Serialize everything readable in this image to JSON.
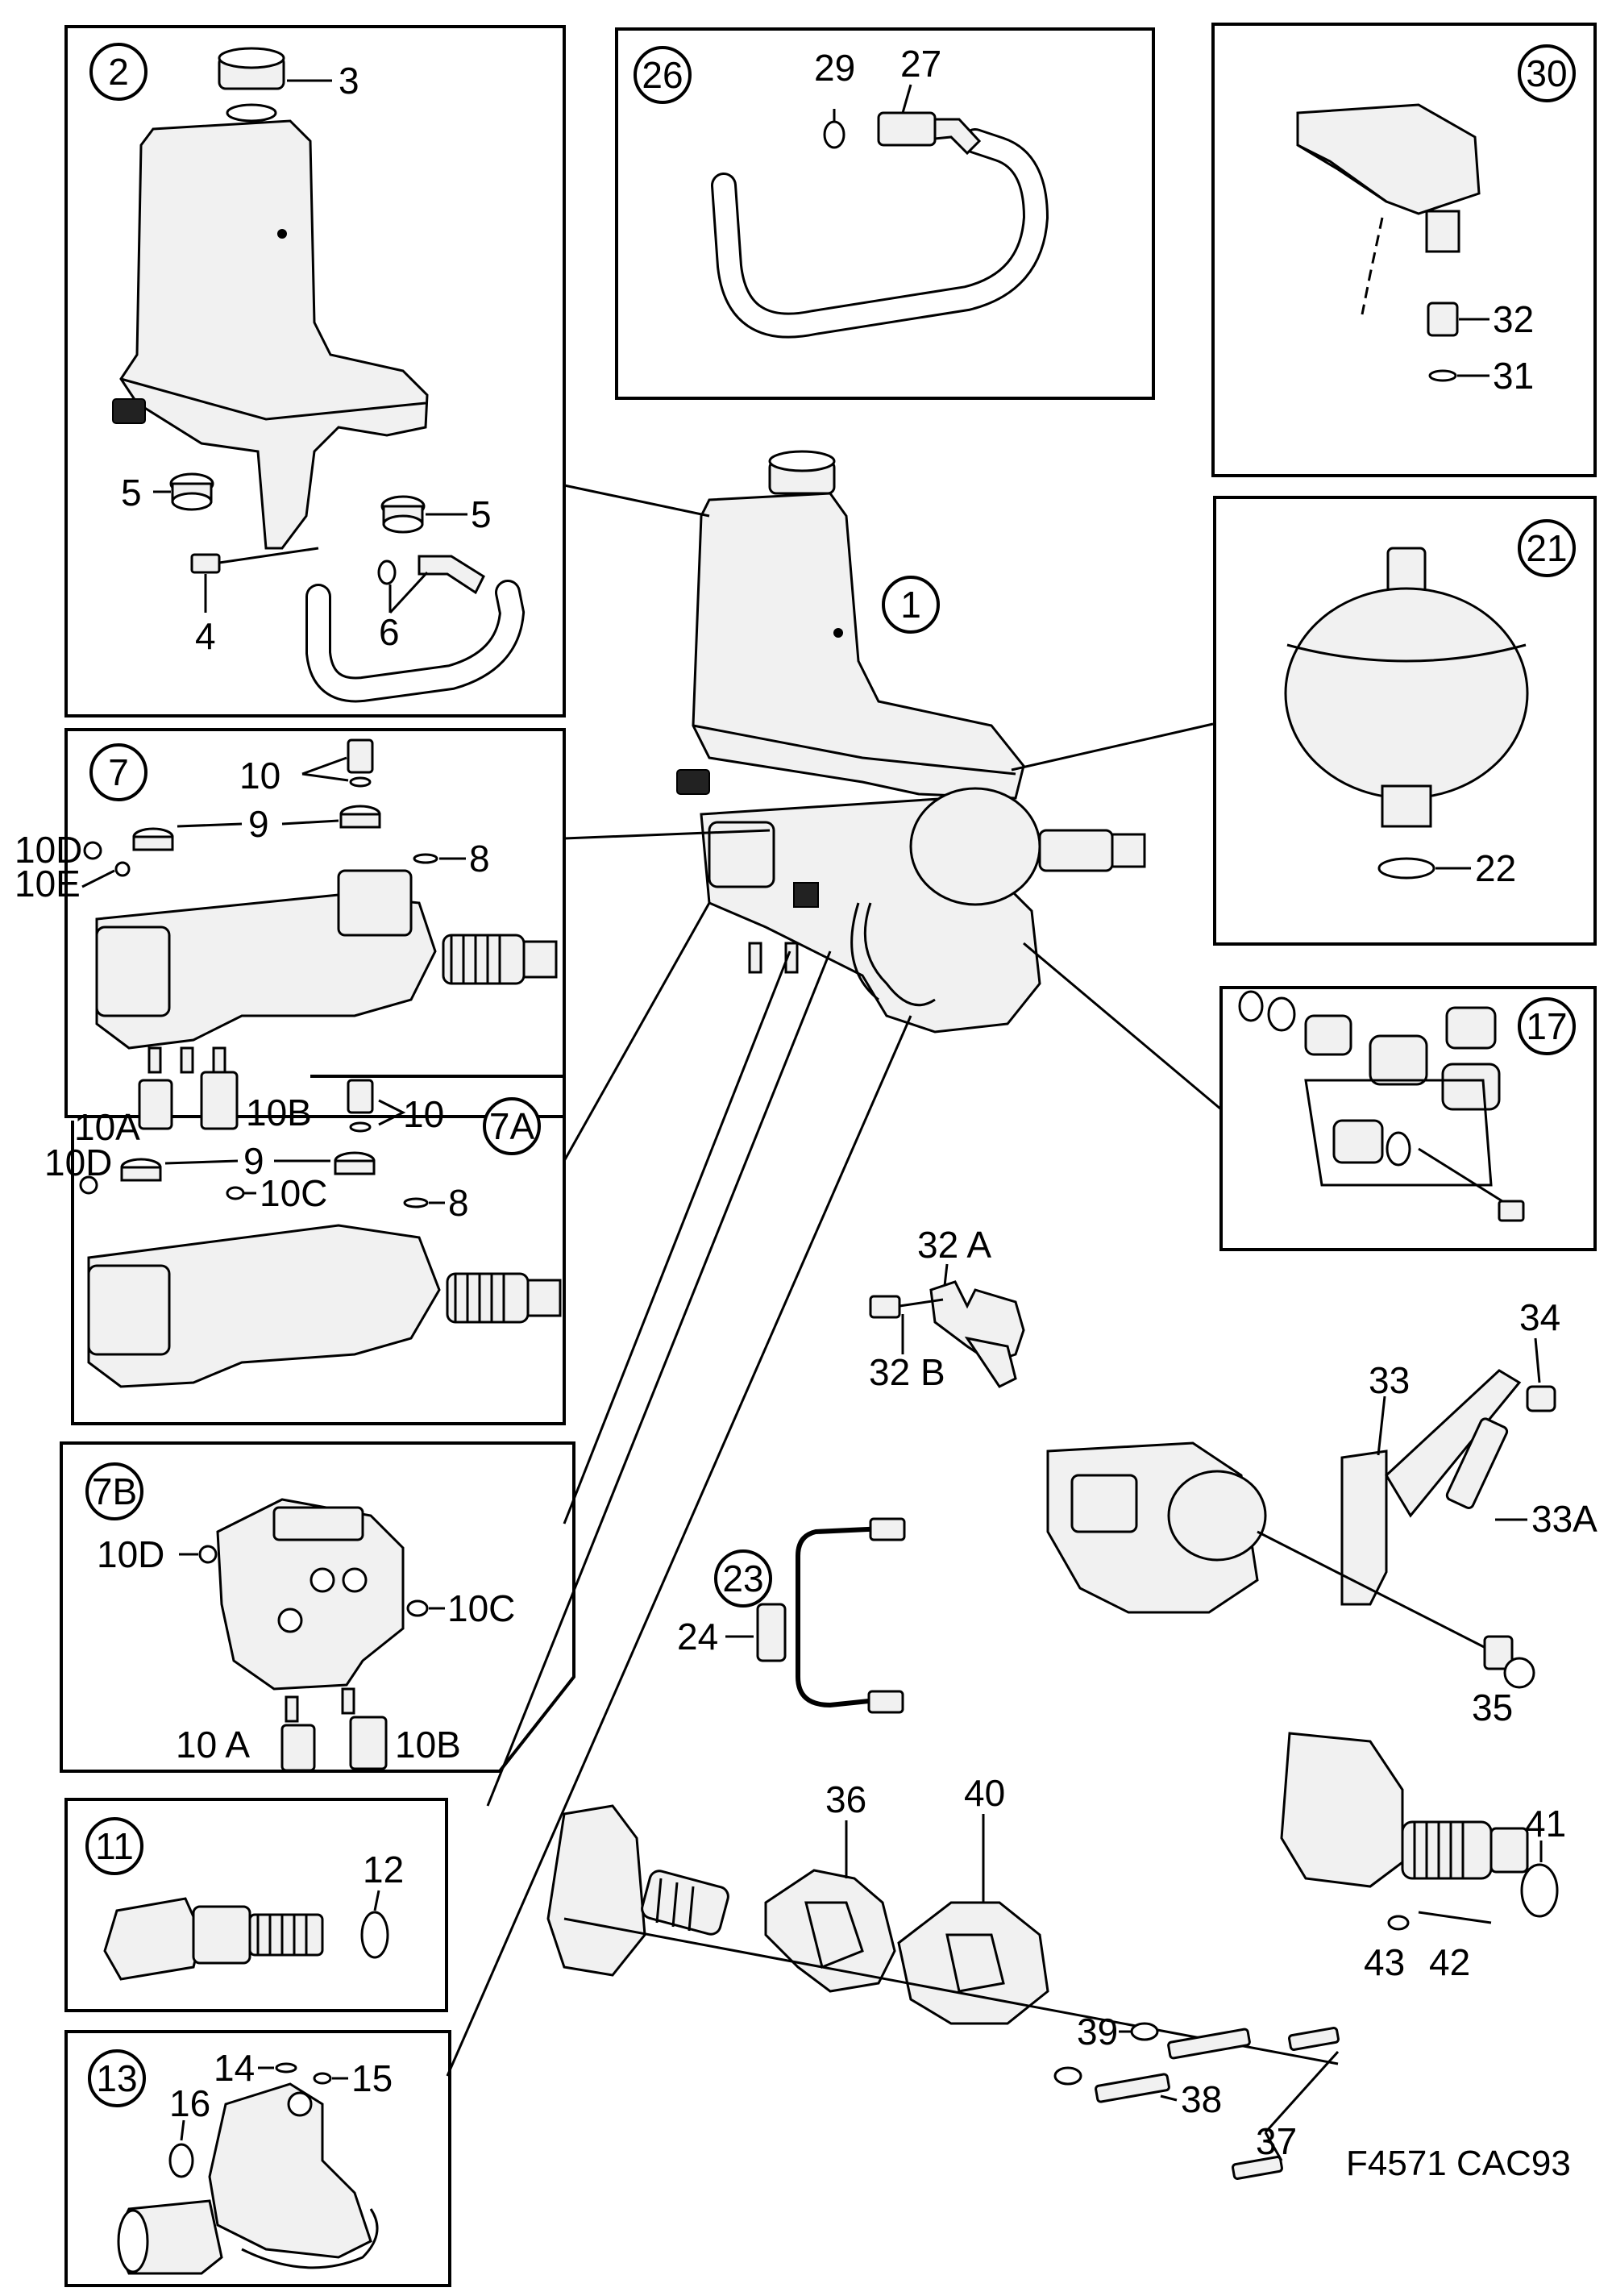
{
  "drawing_code": "F4571  CAC93",
  "callouts": {
    "c1": "1",
    "c2": "2",
    "c7": "7",
    "c7A": "7A",
    "c7B": "7B",
    "c11": "11",
    "c13": "13",
    "c17": "17",
    "c21": "21",
    "c23": "23",
    "c26": "26",
    "c30": "30"
  },
  "labels": {
    "l3": "3",
    "l4": "4",
    "l5a": "5",
    "l5b": "5",
    "l6": "6",
    "l8a": "8",
    "l8b": "8",
    "l9a": "9",
    "l9b": "9",
    "l10a": "10",
    "l10b": "10",
    "l10D_a": "10D",
    "l10E": "10E",
    "l10A_a": "10A",
    "l10B_a": "10B",
    "l10D_b": "10D",
    "l10C_b": "10C",
    "l10D_c": "10D",
    "l10C_c": "10C",
    "l10A_c": "10 A",
    "l10B_c": "10B",
    "l12": "12",
    "l14": "14",
    "l15": "15",
    "l16": "16",
    "l22": "22",
    "l24": "24",
    "l27": "27",
    "l29": "29",
    "l31": "31",
    "l32": "32",
    "l32A": "32 A",
    "l32B": "32 B",
    "l33": "33",
    "l33A": "33A",
    "l34": "34",
    "l35": "35",
    "l36": "36",
    "l37": "37",
    "l38": "38",
    "l39": "39",
    "l40": "40",
    "l41": "41",
    "l42": "42",
    "l43": "43"
  }
}
